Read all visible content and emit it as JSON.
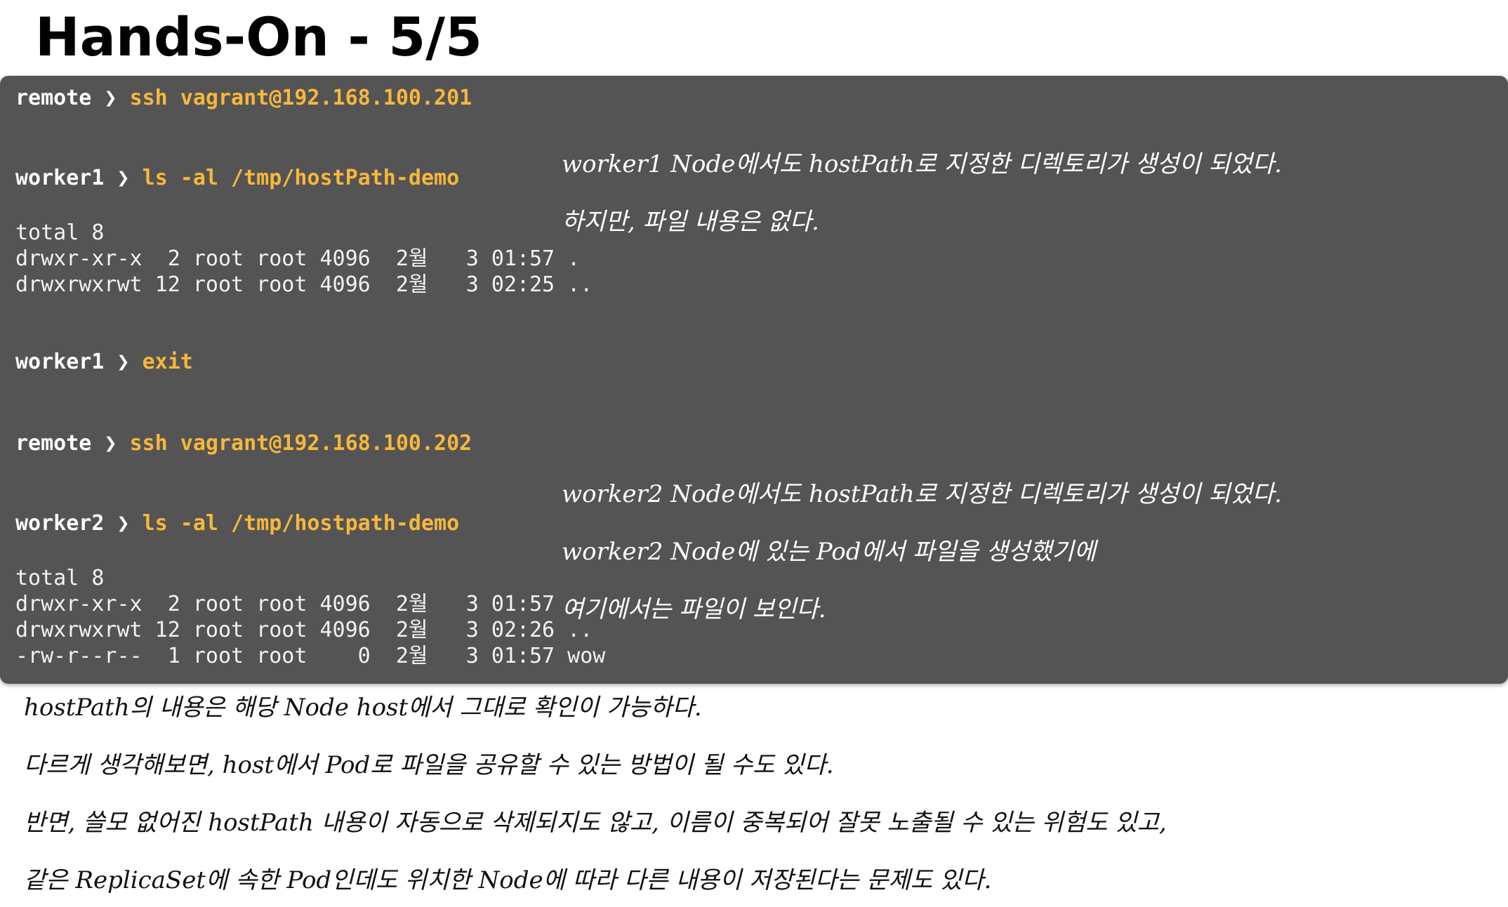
{
  "slide": {
    "title": "Hands-On - 5/5"
  },
  "colors": {
    "terminal_bg": "#545454",
    "command": "#f6b73c",
    "text": "#ffffff"
  },
  "terminal": {
    "prompt_arrow": "❯",
    "blocks": [
      {
        "host": "remote",
        "command": "ssh vagrant@192.168.100.201"
      },
      {
        "host": "worker1",
        "command": "ls -al /tmp/hostPath-demo",
        "output": [
          "total 8",
          "drwxr-xr-x  2 root root 4096  2월   3 01:57 .",
          "drwxrwxrwt 12 root root 4096  2월   3 02:25 .."
        ]
      },
      {
        "host": "worker1",
        "command": "exit"
      },
      {
        "host": "remote",
        "command": "ssh vagrant@192.168.100.202"
      },
      {
        "host": "worker2",
        "command": "ls -al /tmp/hostpath-demo",
        "output": [
          "total 8",
          "drwxr-xr-x  2 root root 4096  2월   3 01:57 .",
          "drwxrwxrwt 12 root root 4096  2월   3 02:26 ..",
          "-rw-r--r--  1 root root    0  2월   3 01:57 wow"
        ]
      }
    ]
  },
  "notes_in_terminal": [
    "worker1 Node에서도 hostPath로 지정한 디렉토리가 생성이 되었다.",
    "하지만, 파일 내용은 없다.",
    "worker2 Node에서도 hostPath로 지정한 디렉토리가 생성이 되었다.",
    "worker2 Node에 있는 Pod에서 파일을 생성했기에",
    "여기에서는 파일이 보인다."
  ],
  "notes_below": [
    "hostPath의 내용은 해당 Node host에서 그대로 확인이 가능하다.",
    "다르게 생각해보면, host에서 Pod로 파일을 공유할 수 있는 방법이 될 수도 있다.",
    "반면, 쓸모 없어진 hostPath 내용이 자동으로 삭제되지도 않고, 이름이 중복되어 잘못 노출될 수 있는 위험도 있고,",
    "같은 ReplicaSet에 속한 Pod인데도 위치한 Node에 따라 다른 내용이 저장된다는 문제도 있다."
  ]
}
